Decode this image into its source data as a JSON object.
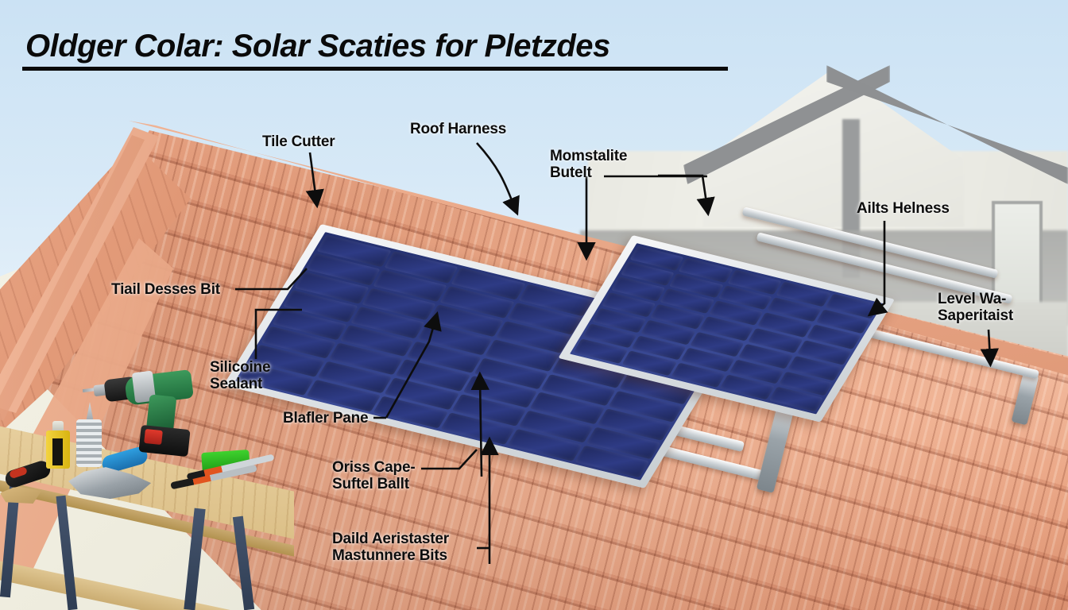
{
  "title": {
    "text": "Oldger Colar: Solar Scaties for Pletzdes"
  },
  "colors": {
    "sky": "#cbe2f4",
    "roof_tile": "#e8a482",
    "panel_cell": "#2a3678",
    "panel_frame": "#dfe3e6",
    "label_text": "#0d0d0d",
    "wall_cream": "#efeddf",
    "bench_wood": "#dcc088",
    "drill_green": "#2f8b4f"
  },
  "labels": [
    {
      "id": "tile-cutter",
      "text": "Tile Cutter"
    },
    {
      "id": "roof-harness",
      "text": "Roof Harness"
    },
    {
      "id": "momstalite-butelt",
      "text": "Momstalite\nButelt"
    },
    {
      "id": "ailts-helness",
      "text": "Ailts Helness"
    },
    {
      "id": "level-wa",
      "text": "Level Wa-\nSaperitaist"
    },
    {
      "id": "tiail-desses-bit",
      "text": "Tiail Desses Bit"
    },
    {
      "id": "silicoine-sealant",
      "text": "Silicoine\nSealant"
    },
    {
      "id": "blafler-pane",
      "text": "Blafler Pane"
    },
    {
      "id": "oriss-cape",
      "text": "Oriss Cape-\nSuftel Ballt"
    },
    {
      "id": "daild-aeristaster",
      "text": "Daild Aeristaster\nMastunnere Bits"
    }
  ],
  "scene": {
    "panels": [
      {
        "id": "panel-large",
        "cells_cols": 6,
        "cells_rows": 8
      },
      {
        "id": "panel-right",
        "cells_cols": 5,
        "cells_rows": 7
      }
    ],
    "tools": [
      "cordless-drill",
      "sealant-tube",
      "yellow-canister",
      "blue-handle-tool",
      "chrome-pliers",
      "green-box",
      "screwdriver",
      "black-tool"
    ]
  }
}
